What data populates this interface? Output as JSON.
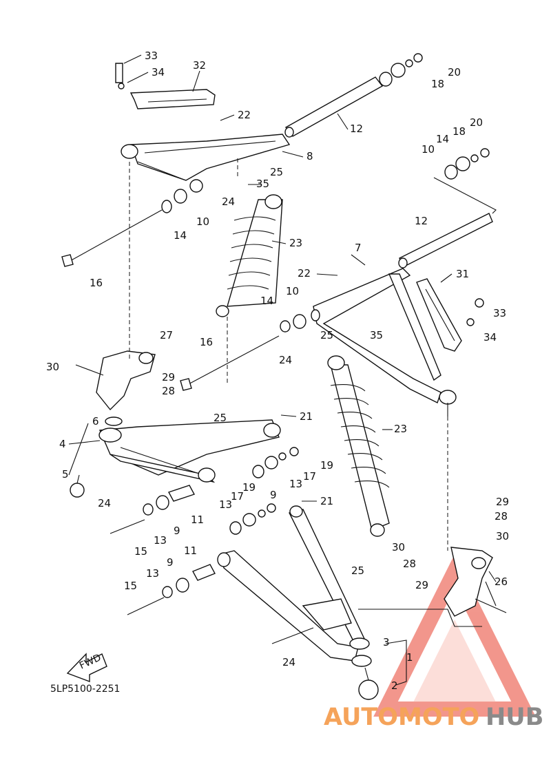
{
  "diagram": {
    "catalog_code": "5LP5100-2251",
    "fwd_label": "FWD",
    "watermark": {
      "part1": "AUTOMOTO",
      "part2": "HUB",
      "color1": "#f5a35a",
      "color2": "#8a8a8a",
      "triangle_color": "#e8422f"
    },
    "callouts": [
      "33",
      "34",
      "32",
      "22",
      "8",
      "12",
      "14",
      "10",
      "18",
      "20",
      "25",
      "35",
      "24",
      "23",
      "16",
      "7",
      "22",
      "10",
      "14",
      "31",
      "33",
      "34",
      "27",
      "30",
      "29",
      "28",
      "25",
      "24",
      "16",
      "35",
      "21",
      "25",
      "19",
      "17",
      "13",
      "9",
      "4",
      "6",
      "5",
      "24",
      "11",
      "23",
      "21",
      "9",
      "13",
      "15",
      "29",
      "28",
      "30",
      "28",
      "29",
      "26",
      "3",
      "1",
      "2",
      "24",
      "25",
      "11",
      "9",
      "13",
      "15",
      "17",
      "19",
      "13",
      "10",
      "14",
      "18",
      "20",
      "12",
      "30"
    ]
  }
}
